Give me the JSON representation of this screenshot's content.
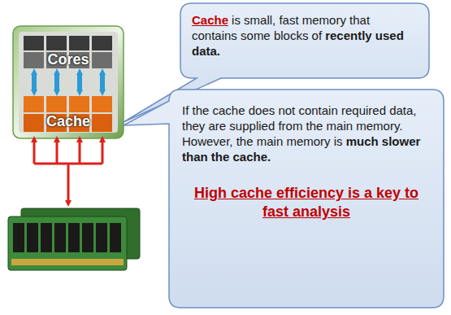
{
  "diagram": {
    "nodes": [
      {
        "text": [
          "Cores"
        ]
      },
      {
        "text": [
          "Cache"
        ]
      },
      {
        "text": [
          "Cache",
          "is small, fast memory that contains some blocks of",
          "recently used data."
        ]
      },
      {
        "text": [
          "If the cache does not contain required data, they are supplied from the main memory. However, the main memory is",
          "much slower than the cache.",
          "High cache efficiency is a key to fast analysis"
        ]
      }
    ],
    "edges": [
      {
        "from": 0,
        "to": 1,
        "arrow": "both"
      },
      {
        "from": 0,
        "to": 1,
        "arrow": "both"
      },
      {
        "from": 0,
        "to": 1,
        "arrow": "both"
      },
      {
        "from": 0,
        "to": 1,
        "arrow": "both"
      }
    ]
  }
}
